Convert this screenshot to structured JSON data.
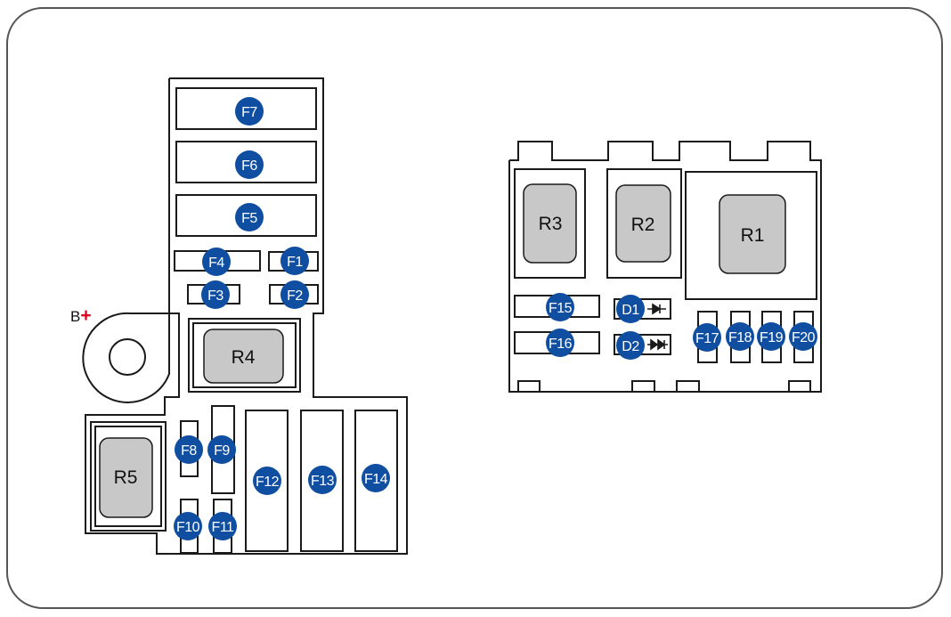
{
  "colors": {
    "badge": "#0f4ea0",
    "relay": "#c8c8c8",
    "outline": "#1a1a1a",
    "plus": "#e0001b"
  },
  "battery_label": "B",
  "battery_sign": "+",
  "fuses": {
    "F1": "F1",
    "F2": "F2",
    "F3": "F3",
    "F4": "F4",
    "F5": "F5",
    "F6": "F6",
    "F7": "F7",
    "F8": "F8",
    "F9": "F9",
    "F10": "F10",
    "F11": "F11",
    "F12": "F12",
    "F13": "F13",
    "F14": "F14",
    "F15": "F15",
    "F16": "F16",
    "F17": "F17",
    "F18": "F18",
    "F19": "F19",
    "F20": "F20"
  },
  "diodes": {
    "D1": "D1",
    "D2": "D2"
  },
  "relays": {
    "R1": "R1",
    "R2": "R2",
    "R3": "R3",
    "R4": "R4",
    "R5": "R5"
  }
}
